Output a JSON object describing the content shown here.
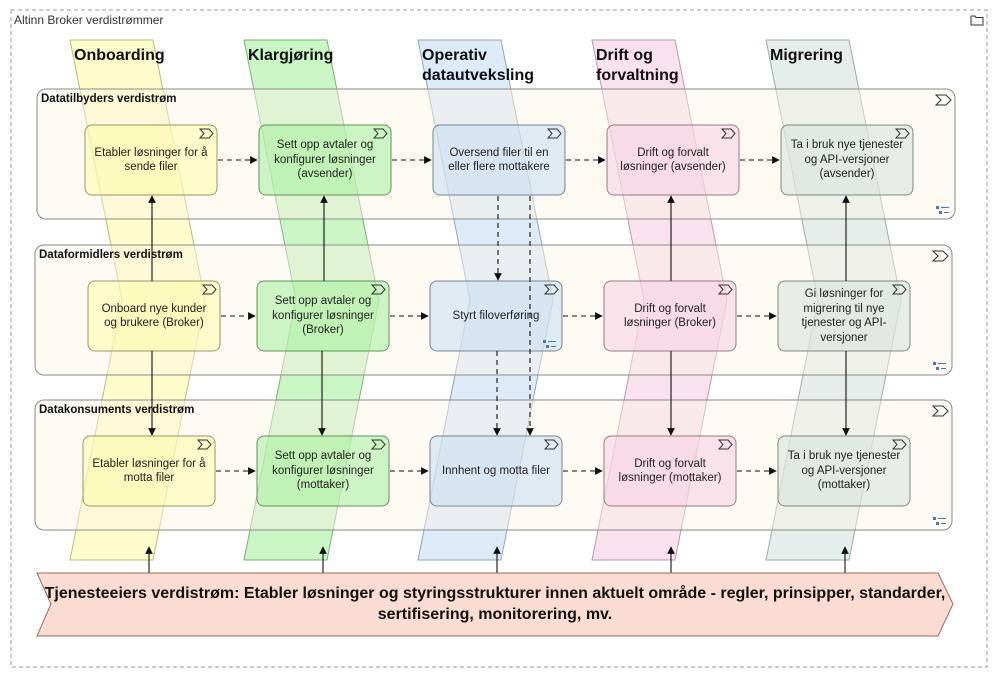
{
  "title": "Altinn Broker verdistrømmer",
  "phases": [
    "Onboarding",
    "Klargjøring",
    "Operativ\ndatautveksling",
    "Drift og\nforvaltning",
    "Migrering"
  ],
  "phase_colors": [
    "#fbfba8",
    "#a6ee9c",
    "#c7dcf3",
    "#f7cde3",
    "#d3e2dc"
  ],
  "streams": [
    "Datatilbyders verdistrøm",
    "Dataformidlers verdistrøm",
    "Datakonsuments verdistrøm"
  ],
  "stages": [
    [
      "Etabler løsninger for å sende filer",
      "Sett opp avtaler og konfigurer løsninger (avsender)",
      "Oversend filer til en eller flere mottakere",
      "Drift og forvalt løsninger (avsender)",
      "Ta i bruk nye tjenester og API-versjoner (avsender)"
    ],
    [
      "Onboard nye kunder og brukere (Broker)",
      "Sett opp avtaler og konfigurer løsninger (Broker)",
      "Styrt filoverføring",
      "Drift og forvalt løsninger (Broker)",
      "Gi løsninger for migrering til nye tjenester og API-versjoner"
    ],
    [
      "Etabler løsninger for å motta filer",
      "Sett opp avtaler og konfigurer løsninger (mottaker)",
      "Innhent og motta filer",
      "Drift og forvalt løsninger (mottaker)",
      "Ta i bruk nye tjenester og API-versjoner (mottaker)"
    ]
  ],
  "owner_stream": "Tjenesteeiers verdistrøm: Etabler løsninger og styringsstrukturer  innen aktuelt område - regler, prinsipper, standarder, sertifisering, monitorering, mv.",
  "owner_color": "#fbdcd3"
}
